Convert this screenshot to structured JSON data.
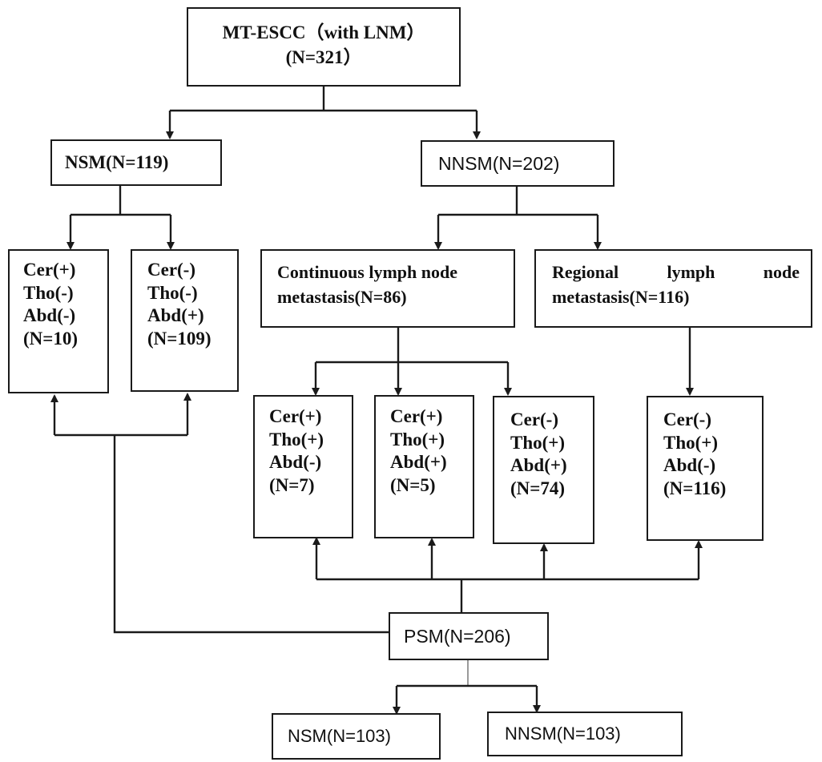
{
  "root": {
    "line1": "MT-ESCC（with LNM）",
    "line2": "(N=321）"
  },
  "nsm": {
    "label": "NSM(N=119)"
  },
  "nnsm": {
    "label": "NNSM(N=202)"
  },
  "nsm_groups": [
    {
      "cer": "Cer(+)",
      "tho": "Tho(-)",
      "abd": "Abd(-)",
      "n": "(N=10)"
    },
    {
      "cer": "Cer(-)",
      "tho": "Tho(-)",
      "abd": "Abd(+)",
      "n": "(N=109)"
    }
  ],
  "continuous": {
    "line1": "Continuous lymph node",
    "line2": "metastasis(N=86)"
  },
  "regional": {
    "word1": "Regional",
    "word2": "lymph",
    "word3": "node",
    "line2": "metastasis(N=116)"
  },
  "nnsm_groups": [
    {
      "cer": "Cer(+)",
      "tho": "Tho(+)",
      "abd": "Abd(-)",
      "n": "(N=7)"
    },
    {
      "cer": "Cer(+)",
      "tho": "Tho(+)",
      "abd": "Abd(+)",
      "n": "(N=5)"
    },
    {
      "cer": "Cer(-)",
      "tho": "Tho(+)",
      "abd": "Abd(+)",
      "n": "(N=74)"
    },
    {
      "cer": "Cer(-)",
      "tho": "Tho(+)",
      "abd": "Abd(-)",
      "n": "(N=116)"
    }
  ],
  "psm": {
    "label": "PSM(N=206)"
  },
  "psm_groups": [
    {
      "label": "NSM(N=103)"
    },
    {
      "label": "NNSM(N=103)"
    }
  ]
}
